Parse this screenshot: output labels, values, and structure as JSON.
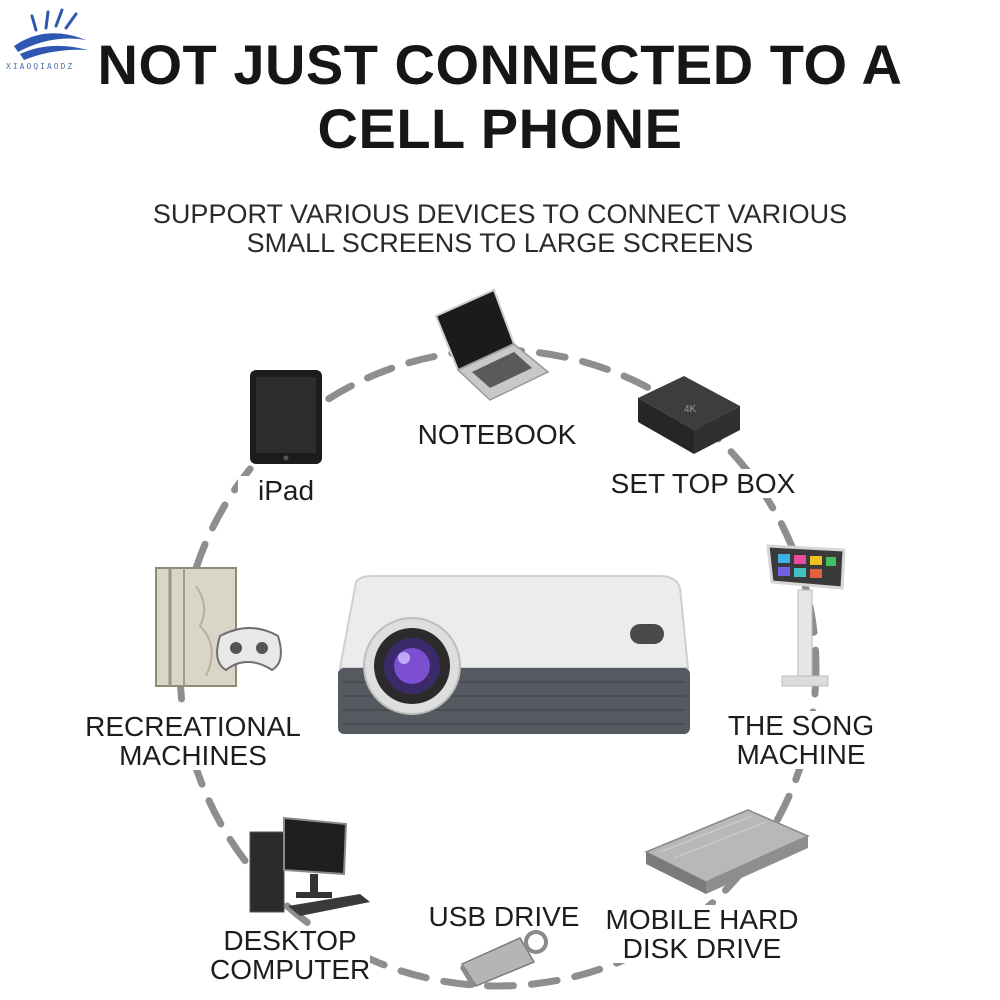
{
  "brand": {
    "text": "XIAOQIAODZ",
    "color": "#2f56b0"
  },
  "title": {
    "line1": "NOT JUST CONNECTED TO A",
    "line2": "CELL PHONE"
  },
  "subtitle": {
    "line1": "SUPPORT VARIOUS DEVICES TO CONNECT VARIOUS",
    "line2": "SMALL SCREENS TO LARGE SCREENS"
  },
  "devices": {
    "notebook": "NOTEBOOK",
    "ipad": "iPad",
    "set_top_box": "SET TOP BOX",
    "set_top_box_badge": "4K",
    "recreational_1": "RECREATIONAL",
    "recreational_2": "MACHINES",
    "song_1": "THE SONG",
    "song_2": "MACHINE",
    "desktop_1": "DESKTOP",
    "desktop_2": "COMPUTER",
    "usb": "USB DRIVE",
    "hdd_1": "MOBILE HARD",
    "hdd_2": "DISK DRIVE"
  },
  "colors": {
    "ring": "#8e8e8e",
    "projector_body": "#e9e9e9",
    "projector_base": "#555a60",
    "lens": "#7b4fd0"
  }
}
